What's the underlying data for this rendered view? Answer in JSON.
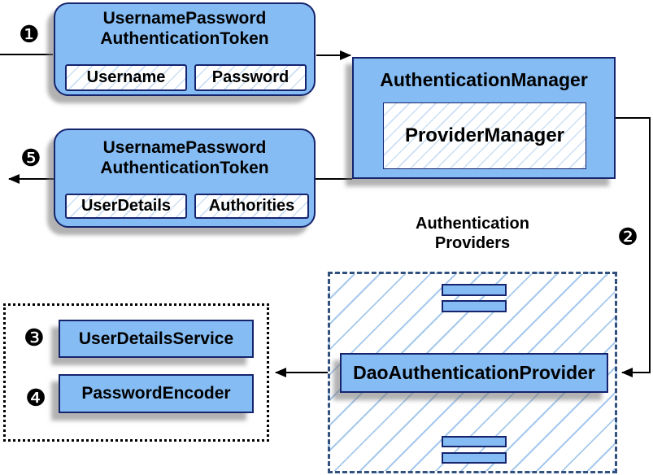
{
  "steps": {
    "s1": "❶",
    "s2": "❷",
    "s3": "❸",
    "s4": "❹",
    "s5": "❺"
  },
  "request_token": {
    "title1": "UsernamePassword",
    "title2": "AuthenticationToken",
    "fields": [
      "Username",
      "Password"
    ]
  },
  "response_token": {
    "title1": "UsernamePassword",
    "title2": "AuthenticationToken",
    "fields": [
      "UserDetails",
      "Authorities"
    ]
  },
  "auth_manager": {
    "title": "AuthenticationManager",
    "provider": "ProviderManager"
  },
  "providers_group": {
    "label1": "Authentication",
    "label2": "Providers",
    "main_provider": "DaoAuthenticationProvider"
  },
  "services_group": {
    "items": [
      "UserDetailsService",
      "PasswordEncoder"
    ]
  },
  "colors": {
    "box_fill": "#85BCF3",
    "box_border": "#16246E",
    "hatch_line": "#A6C9EC",
    "dashed_border": "#31507E",
    "connector": "#000000"
  }
}
